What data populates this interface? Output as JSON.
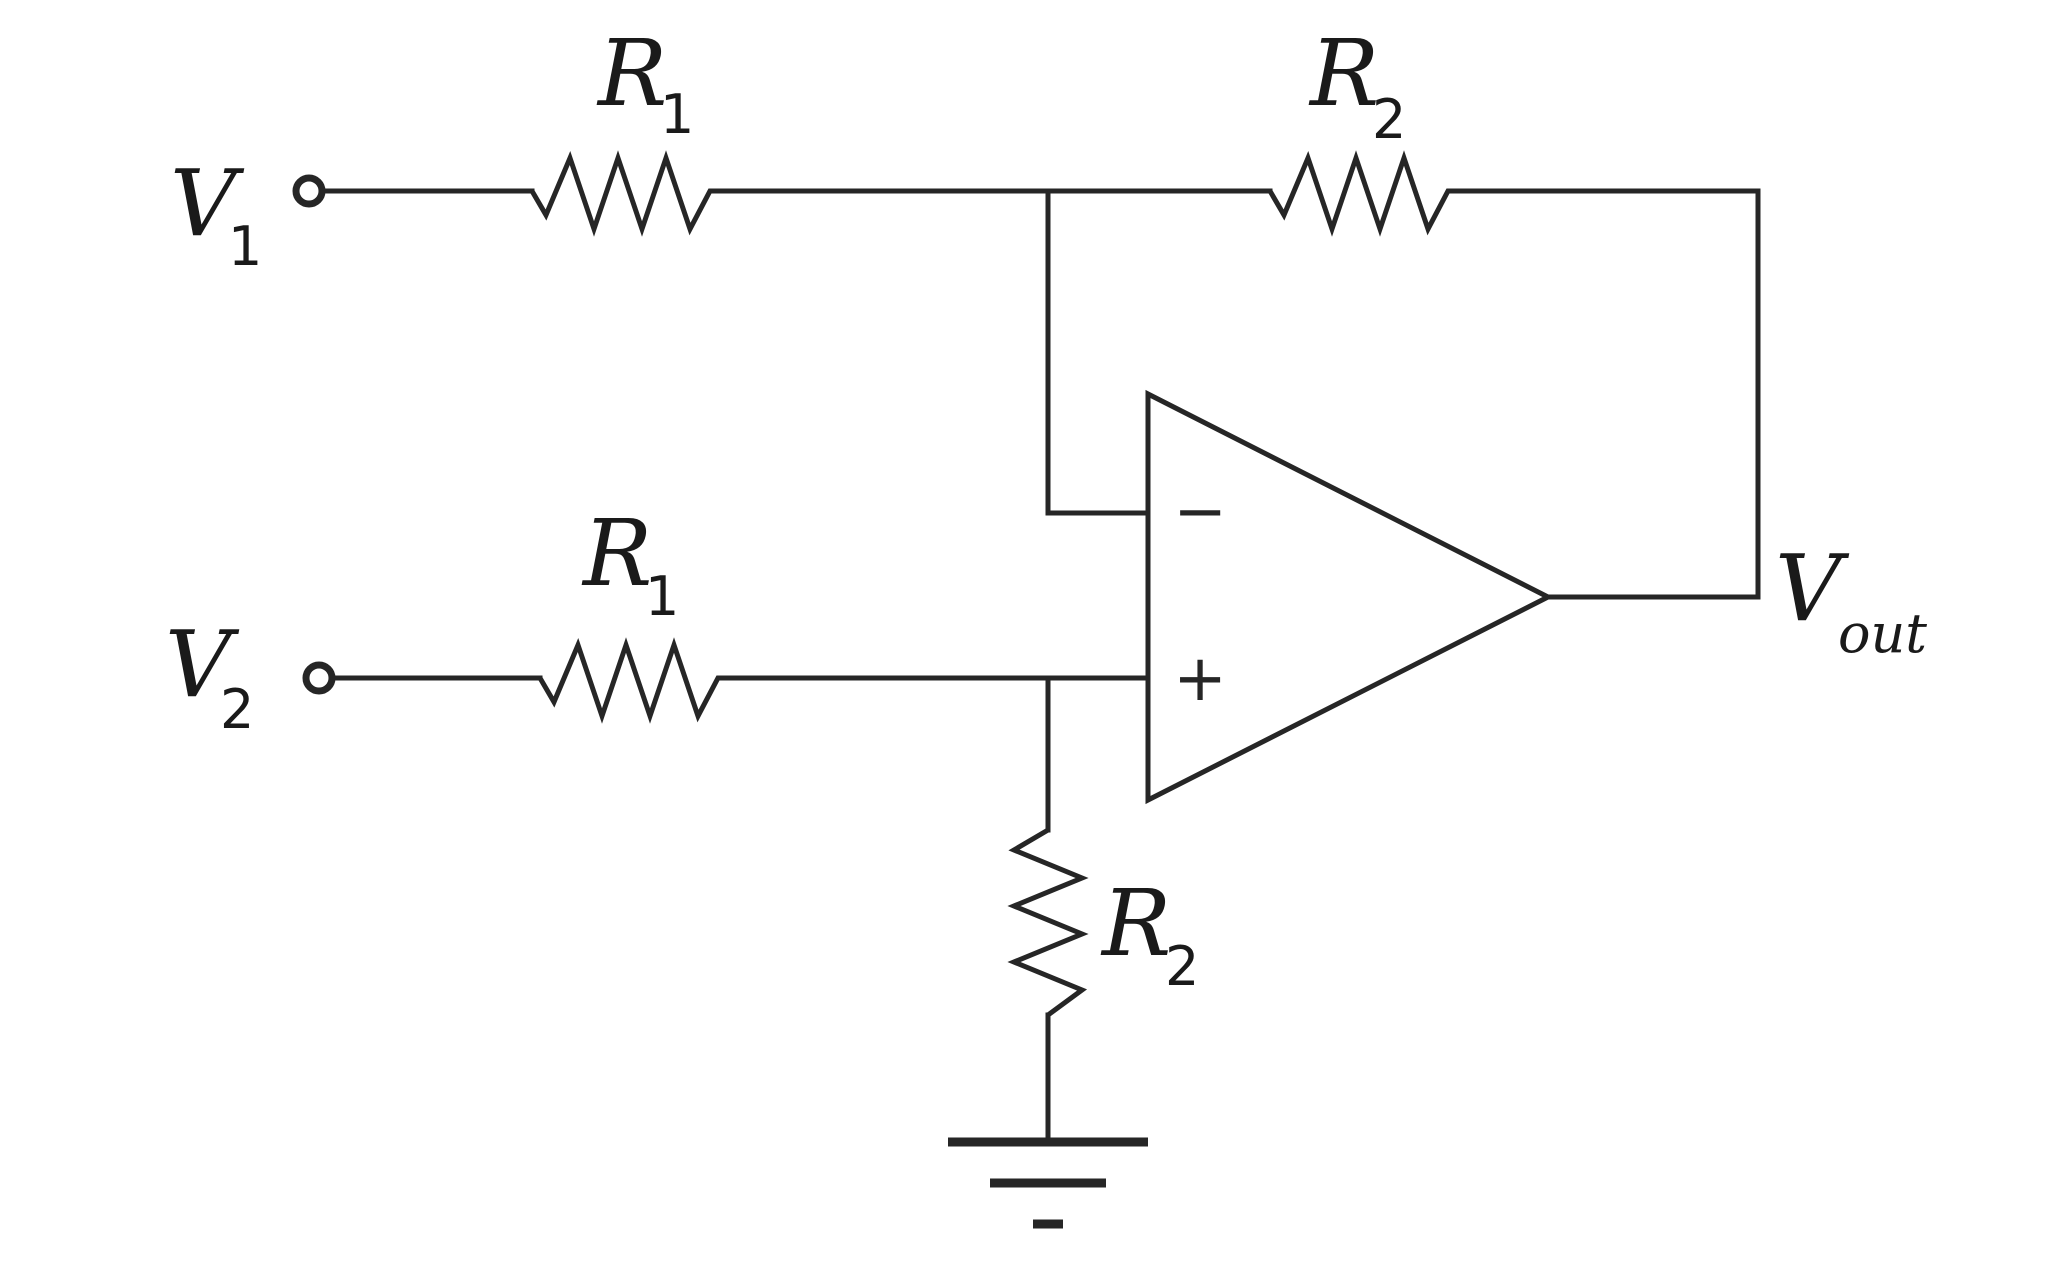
{
  "labels": {
    "v1": {
      "main": "V",
      "sub": "1"
    },
    "v2": {
      "main": "V",
      "sub": "2"
    },
    "vout": {
      "main": "V",
      "sub": "out"
    },
    "r1_top": {
      "main": "R",
      "sub": "1"
    },
    "r1_bottom": {
      "main": "R",
      "sub": "1"
    },
    "r2_top": {
      "main": "R",
      "sub": "2"
    },
    "r2_ground": {
      "main": "R",
      "sub": "2"
    }
  },
  "opamp": {
    "minus": "−",
    "plus": "+"
  }
}
